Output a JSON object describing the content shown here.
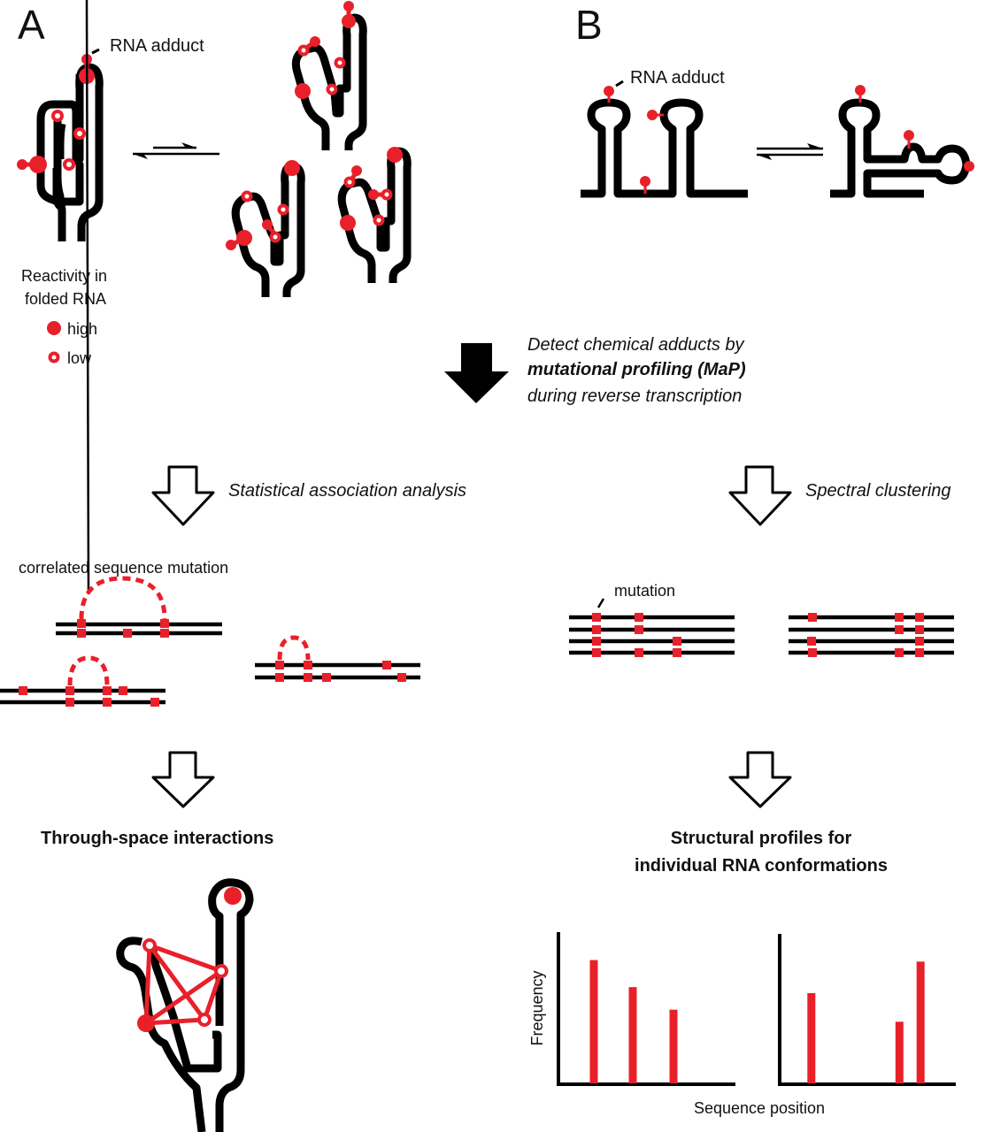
{
  "panels": {
    "a": {
      "letter": "A",
      "adduct_label": "RNA adduct",
      "legend": {
        "title_line1": "Reactivity in",
        "title_line2": "folded RNA",
        "high": "high",
        "low": "low"
      }
    },
    "b": {
      "letter": "B",
      "adduct_label": "RNA adduct"
    }
  },
  "center_step": {
    "line1": "Detect chemical adducts by",
    "line2": "mutational profiling (MaP)",
    "line3": "during reverse transcription"
  },
  "left_branch": {
    "step_label": "Statistical association analysis",
    "annotation": "correlated sequence mutation",
    "result_title": "Through-space interactions"
  },
  "right_branch": {
    "step_label": "Spectral clustering",
    "annotation": "mutation",
    "result_title_line1": "Structural profiles for",
    "result_title_line2": "individual RNA conformations"
  },
  "colors": {
    "adduct_red": "#e8202a",
    "structure_black": "#000000"
  },
  "chart_data": [
    {
      "type": "bar",
      "title": "Conformation 1",
      "xlabel": "Sequence position",
      "ylabel": "Frequency",
      "x": [
        0.2,
        0.42,
        0.65
      ],
      "values": [
        0.82,
        0.64,
        0.49
      ],
      "xlim": [
        0,
        1
      ],
      "ylim": [
        0,
        1
      ],
      "grid": false
    },
    {
      "type": "bar",
      "title": "Conformation 2",
      "xlabel": "Sequence position",
      "ylabel": "Frequency",
      "x": [
        0.18,
        0.68,
        0.8
      ],
      "values": [
        0.6,
        0.41,
        0.81
      ],
      "xlim": [
        0,
        1
      ],
      "ylim": [
        0,
        1
      ],
      "grid": false
    }
  ]
}
